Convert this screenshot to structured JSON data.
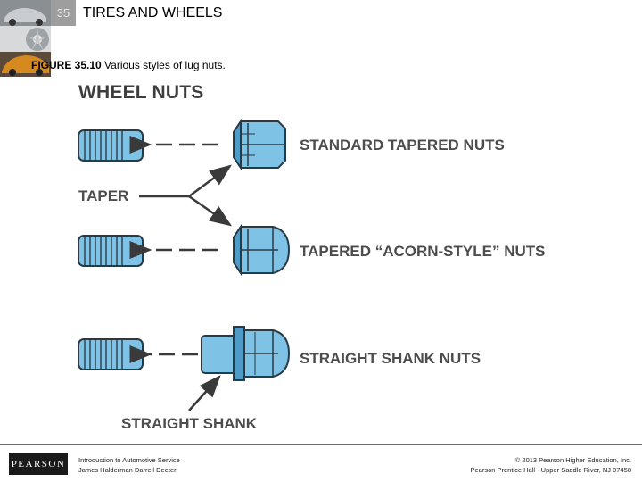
{
  "header": {
    "chapter_number": "35",
    "chapter_title": "TIRES AND WHEELS"
  },
  "caption": {
    "figure_number": "FIGURE 35.10",
    "text": "Various styles of lug nuts."
  },
  "figure": {
    "title": "WHEEL NUTS",
    "labels": {
      "standard": "STANDARD TAPERED NUTS",
      "taper": "TAPER",
      "acorn": "TAPERED “ACORN-STYLE” NUTS",
      "straight_shank_nuts": "STRAIGHT SHANK NUTS",
      "straight_shank": "STRAIGHT SHANK"
    },
    "colors": {
      "nut_fill": "#7ec3e6",
      "nut_dark": "#4f9bc8",
      "outline": "#2a3a45",
      "arrow": "#3a3a3a"
    }
  },
  "footer": {
    "logo": "PEARSON",
    "left_line1": "Introduction to Automotive Service",
    "left_line2": "James Halderman Darrell Deeter",
    "right_line1": "© 2013 Pearson Higher Education, Inc.",
    "right_line2": "Pearson Prentice Hall - Upper Saddle River, NJ 07458"
  }
}
